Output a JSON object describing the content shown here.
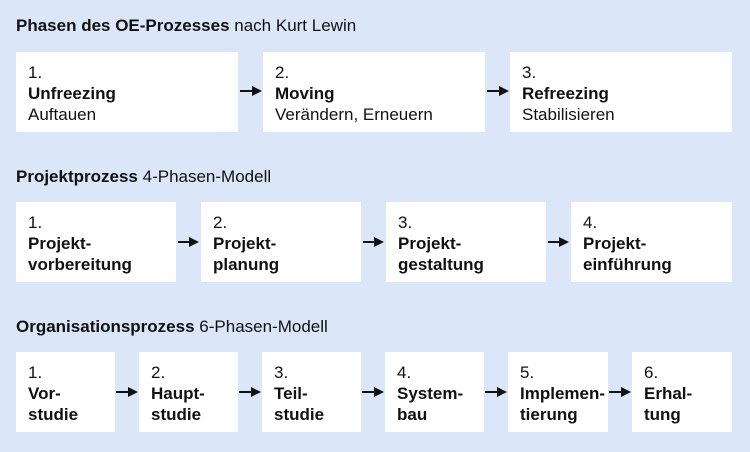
{
  "sections": [
    {
      "title_bold": "Phasen des OE-Prozesses",
      "title_rest": " nach Kurt Lewin",
      "boxes": [
        {
          "num": "1.",
          "lines": [
            "Unfreezing"
          ],
          "sub": "Auftauen"
        },
        {
          "num": "2.",
          "lines": [
            "Moving"
          ],
          "sub": "Verändern, Erneuern"
        },
        {
          "num": "3.",
          "lines": [
            "Refreezing"
          ],
          "sub": "Stabilisieren"
        }
      ]
    },
    {
      "title_bold": "Projektprozess",
      "title_rest": " 4-Phasen-Modell",
      "boxes": [
        {
          "num": "1.",
          "lines": [
            "Projekt-",
            "vorbereitung"
          ]
        },
        {
          "num": "2.",
          "lines": [
            "Projekt-",
            "planung"
          ]
        },
        {
          "num": "3.",
          "lines": [
            "Projekt-",
            "gestaltung"
          ]
        },
        {
          "num": "4.",
          "lines": [
            "Projekt-",
            "einführung"
          ]
        }
      ]
    },
    {
      "title_bold": "Organisationsprozess",
      "title_rest": " 6-Phasen-Modell",
      "boxes": [
        {
          "num": "1.",
          "lines": [
            "Vor-",
            "studie"
          ]
        },
        {
          "num": "2.",
          "lines": [
            "Haupt-",
            "studie"
          ]
        },
        {
          "num": "3.",
          "lines": [
            "Teil-",
            "studie"
          ]
        },
        {
          "num": "4.",
          "lines": [
            "System-",
            "bau"
          ]
        },
        {
          "num": "5.",
          "lines": [
            "Implemen-",
            "tierung"
          ]
        },
        {
          "num": "6.",
          "lines": [
            "Erhal-",
            "tung"
          ]
        }
      ]
    }
  ]
}
